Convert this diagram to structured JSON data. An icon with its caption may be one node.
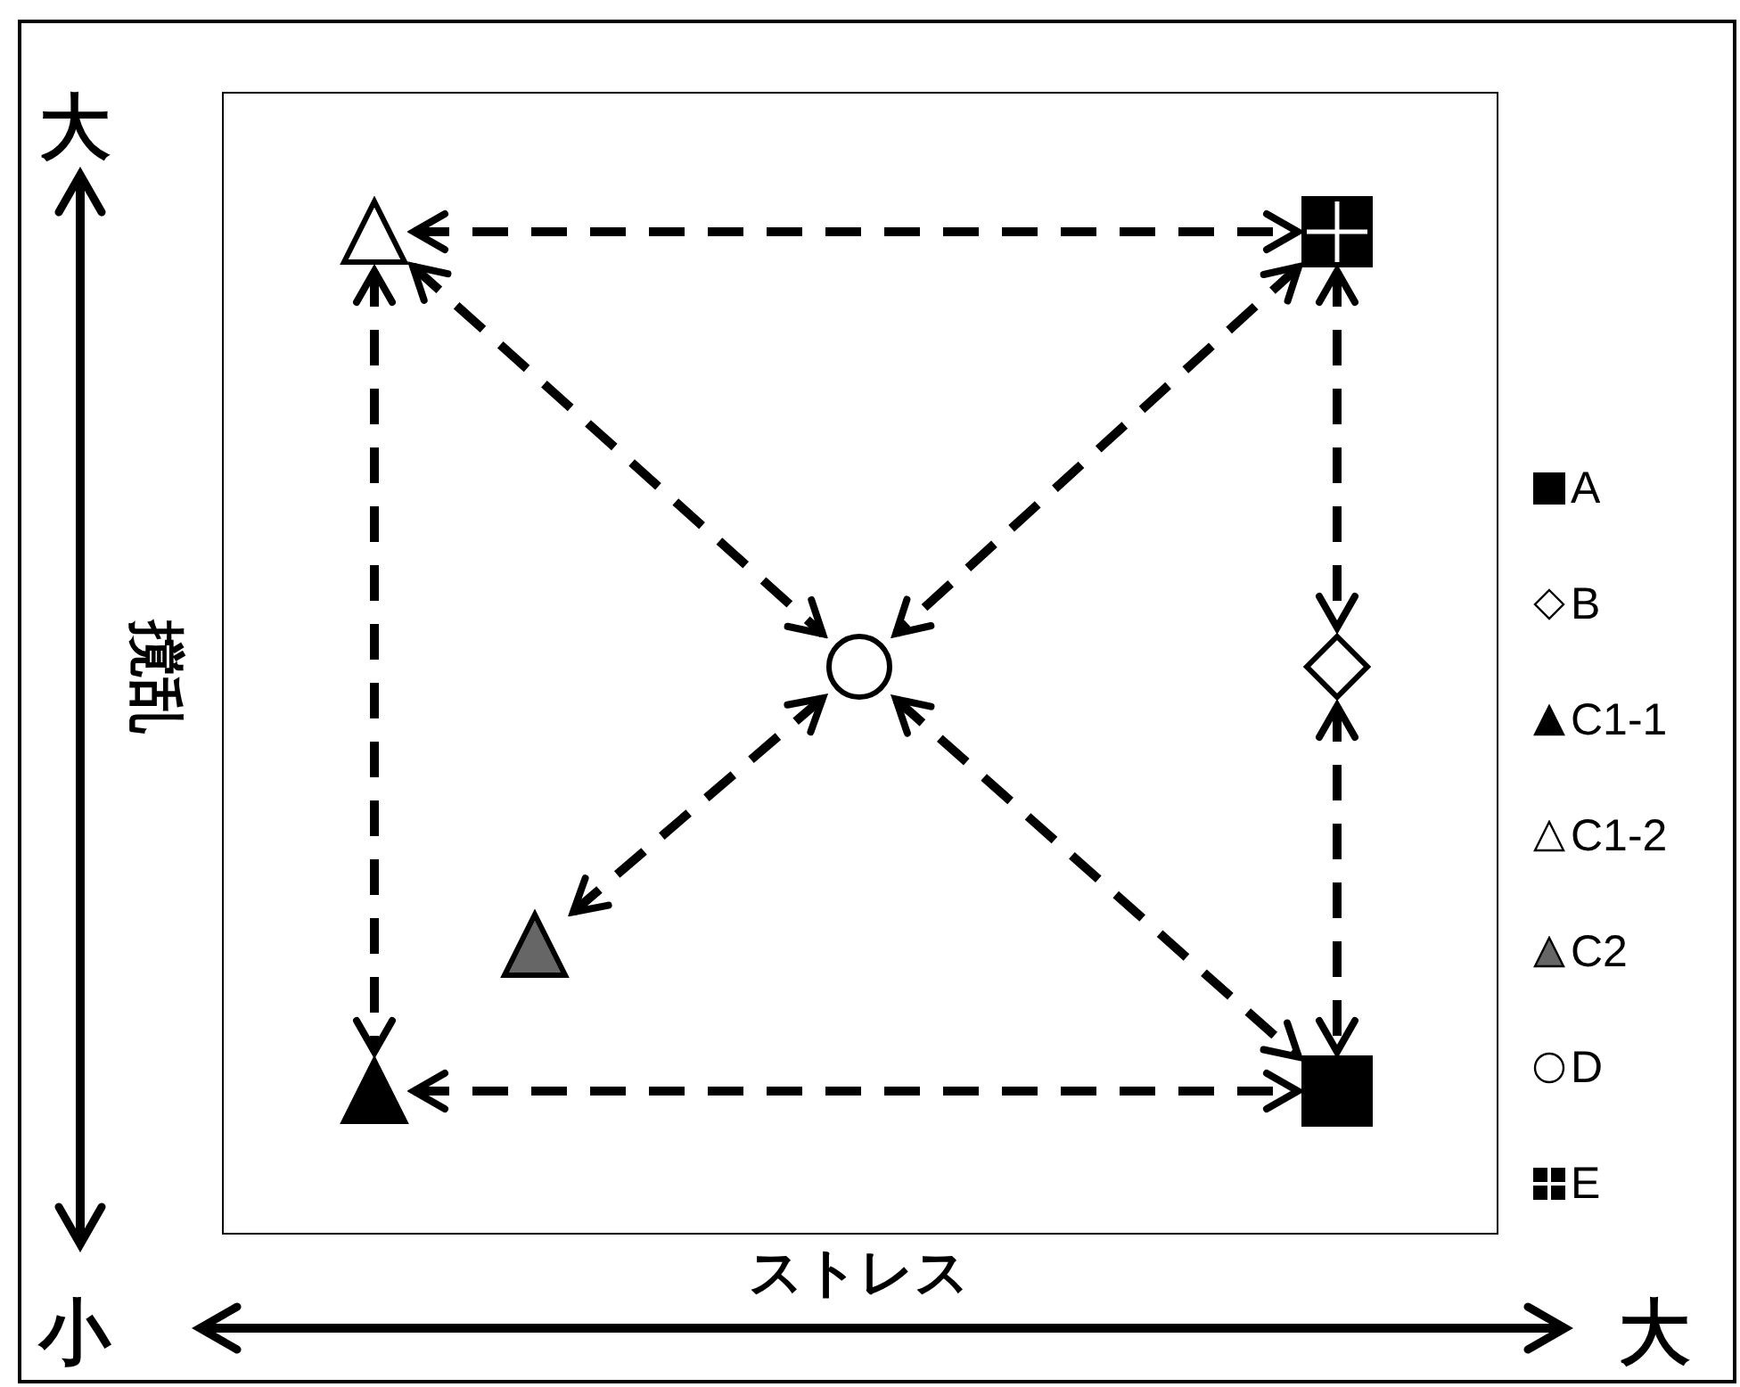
{
  "diagram": {
    "nodes": [
      {
        "text": [],
        "shape": "triangle"
      },
      {
        "text": [],
        "shape": "box"
      },
      {
        "text": [],
        "shape": "circle"
      },
      {
        "text": [],
        "shape": "diamond"
      },
      {
        "text": [],
        "shape": "triangle"
      },
      {
        "text": [],
        "shape": "triangle"
      },
      {
        "text": [],
        "shape": "box"
      }
    ],
    "edges": [
      {
        "from": 0,
        "to": 1,
        "arrow": "both",
        "style": "dashed"
      },
      {
        "from": 0,
        "to": 5,
        "arrow": "both",
        "style": "dashed"
      },
      {
        "from": 1,
        "to": 3,
        "arrow": "both",
        "style": "dashed"
      },
      {
        "from": 3,
        "to": 6,
        "arrow": "both",
        "style": "dashed"
      },
      {
        "from": 0,
        "to": 2,
        "arrow": "both",
        "style": "dashed"
      },
      {
        "from": 1,
        "to": 2,
        "arrow": "both",
        "style": "dashed"
      },
      {
        "from": 2,
        "to": 4,
        "arrow": "both",
        "style": "dashed"
      },
      {
        "from": 2,
        "to": 6,
        "arrow": "both",
        "style": "dashed"
      },
      {
        "from": 5,
        "to": 6,
        "arrow": "both",
        "style": "dashed"
      }
    ],
    "labels": [
      "大",
      "撹乱",
      "小",
      "ストレス",
      "大"
    ],
    "legend": [
      {
        "text": "A"
      },
      {
        "text": "B"
      },
      {
        "text": "C1-1"
      },
      {
        "text": "C1-2"
      },
      {
        "text": "C2"
      },
      {
        "text": "D"
      },
      {
        "text": "E"
      }
    ]
  }
}
